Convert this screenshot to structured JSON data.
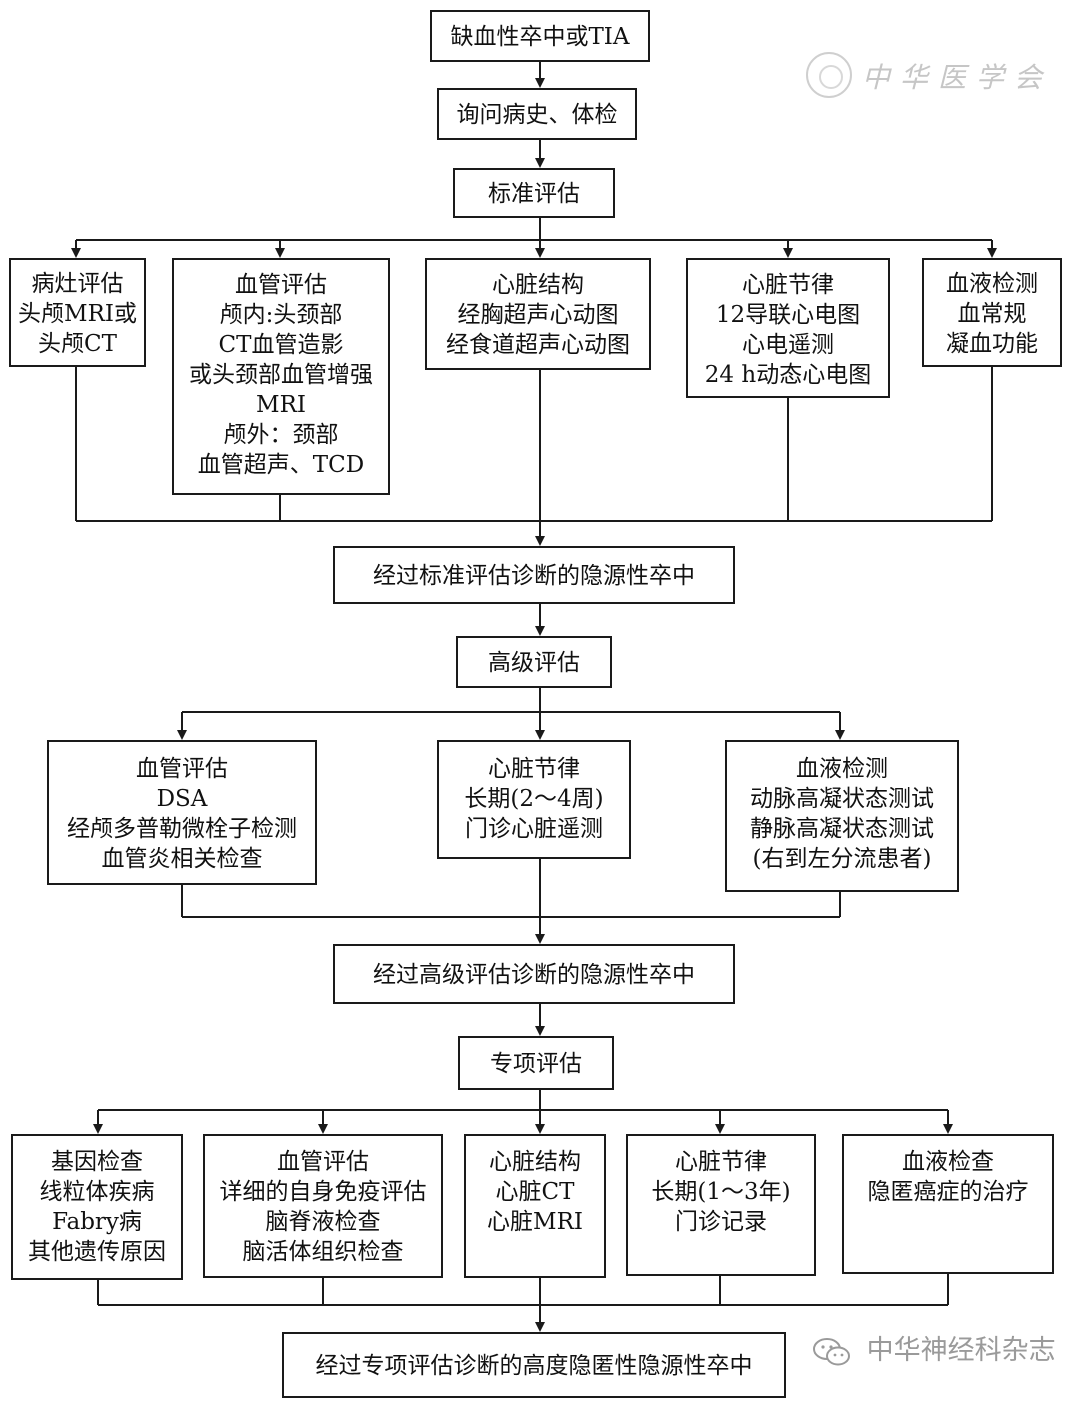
{
  "logo": {
    "text": "中华医学会"
  },
  "watermark": {
    "text": "中华神经科杂志"
  },
  "flow": {
    "start": [
      "缺血性卒中或TIA"
    ],
    "history": [
      "询问病史、体检"
    ],
    "standard": [
      "标准评估"
    ],
    "std_lesion": [
      "病灶评估",
      "头颅MRI或",
      "头颅CT"
    ],
    "std_vascular": [
      "血管评估",
      "颅内:头颈部",
      "CT血管造影",
      "或头颈部血管增强",
      "MRI",
      "颅外：颈部",
      "血管超声、TCD"
    ],
    "std_structure": [
      "心脏结构",
      "经胸超声心动图",
      "经食道超声心动图"
    ],
    "std_rhythm": [
      "心脏节律",
      "12导联心电图",
      "心电遥测",
      "24 h动态心电图"
    ],
    "std_blood": [
      "血液检测",
      "血常规",
      "凝血功能"
    ],
    "result1": [
      "经过标准评估诊断的隐源性卒中"
    ],
    "advanced": [
      "高级评估"
    ],
    "adv_vascular": [
      "血管评估",
      "DSA",
      "经颅多普勒微栓子检测",
      "血管炎相关检查"
    ],
    "adv_rhythm": [
      "心脏节律",
      "长期(2～4周)",
      "门诊心脏遥测"
    ],
    "adv_blood": [
      "血液检测",
      "动脉高凝状态测试",
      "静脉高凝状态测试",
      "(右到左分流患者)"
    ],
    "result2": [
      "经过高级评估诊断的隐源性卒中"
    ],
    "special": [
      "专项评估"
    ],
    "sp_gene": [
      "基因检查",
      "线粒体疾病",
      "Fabry病",
      "其他遗传原因"
    ],
    "sp_vascular": [
      "血管评估",
      "详细的自身免疫评估",
      "脑脊液检查",
      "脑活体组织检查"
    ],
    "sp_structure": [
      "心脏结构",
      "心脏CT",
      "心脏MRI"
    ],
    "sp_rhythm": [
      "心脏节律",
      "长期(1～3年)",
      "门诊记录"
    ],
    "sp_blood": [
      "血液检查",
      "隐匿癌症的治疗"
    ],
    "result3": [
      "经过专项评估诊断的高度隐匿性隐源性卒中"
    ]
  }
}
